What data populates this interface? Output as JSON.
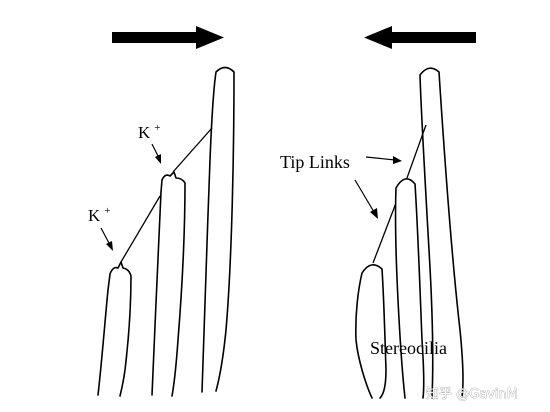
{
  "diagram": {
    "panels": [
      {
        "id": "left",
        "arrow_direction": "right",
        "ion_labels": [
          {
            "base": "K",
            "sup": "+"
          },
          {
            "base": "K",
            "sup": "+"
          }
        ]
      },
      {
        "id": "right",
        "arrow_direction": "left",
        "tip_links_label": "Tip Links",
        "stereocilia_label": "Stereocilia"
      }
    ],
    "watermark": "知乎 @GavinM",
    "colors": {
      "ink": "#000000",
      "background": "#ffffff",
      "watermark": "#8a8a8a"
    }
  }
}
